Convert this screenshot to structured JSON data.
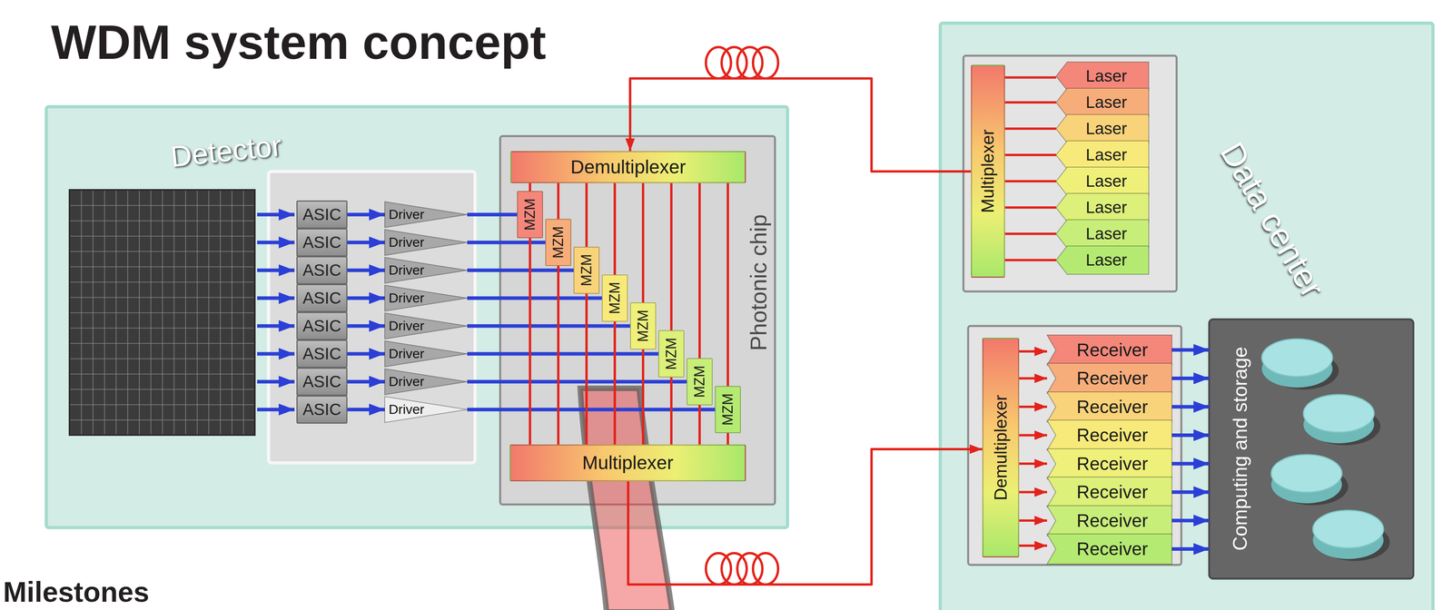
{
  "diagram": {
    "title": "WDM system concept",
    "nodes": [
      {
        "text": [
          "Detector"
        ]
      },
      {
        "text": [
          "ASIC"
        ],
        "in": 0
      },
      {
        "text": [
          "ASIC"
        ],
        "in": 0
      },
      {
        "text": [
          "ASIC"
        ],
        "in": 0
      },
      {
        "text": [
          "ASIC"
        ],
        "in": 0
      },
      {
        "text": [
          "ASIC"
        ],
        "in": 0
      },
      {
        "text": [
          "ASIC"
        ],
        "in": 0
      },
      {
        "text": [
          "ASIC"
        ],
        "in": 0
      },
      {
        "text": [
          "ASIC"
        ],
        "in": 0
      },
      {
        "text": [
          "Driver"
        ],
        "in": 0
      },
      {
        "text": [
          "Driver"
        ],
        "in": 0
      },
      {
        "text": [
          "Driver"
        ],
        "in": 0
      },
      {
        "text": [
          "Driver"
        ],
        "in": 0
      },
      {
        "text": [
          "Driver"
        ],
        "in": 0
      },
      {
        "text": [
          "Driver"
        ],
        "in": 0
      },
      {
        "text": [
          "Driver"
        ],
        "in": 0
      },
      {
        "text": [
          "Driver"
        ],
        "in": 0
      },
      {
        "text": [
          "Photonic chip"
        ],
        "in": 0
      },
      {
        "text": [
          "Demultiplexer"
        ],
        "in": 17
      },
      {
        "text": [
          "MZM"
        ],
        "in": 17
      },
      {
        "text": [
          "MZM"
        ],
        "in": 17
      },
      {
        "text": [
          "MZM"
        ],
        "in": 17
      },
      {
        "text": [
          "MZM"
        ],
        "in": 17
      },
      {
        "text": [
          "MZM"
        ],
        "in": 17
      },
      {
        "text": [
          "MZM"
        ],
        "in": 17
      },
      {
        "text": [
          "MZM"
        ],
        "in": 17
      },
      {
        "text": [
          "MZM"
        ],
        "in": 17
      },
      {
        "text": [
          "Multiplexer"
        ],
        "in": 17
      },
      {
        "text": [
          "Data center"
        ]
      },
      {
        "text": [
          "Multiplexer"
        ],
        "in": 28
      },
      {
        "text": [
          "Laser"
        ],
        "in": 28
      },
      {
        "text": [
          "Laser"
        ],
        "in": 28
      },
      {
        "text": [
          "Laser"
        ],
        "in": 28
      },
      {
        "text": [
          "Laser"
        ],
        "in": 28
      },
      {
        "text": [
          "Laser"
        ],
        "in": 28
      },
      {
        "text": [
          "Laser"
        ],
        "in": 28
      },
      {
        "text": [
          "Laser"
        ],
        "in": 28
      },
      {
        "text": [
          "Laser"
        ],
        "in": 28
      },
      {
        "text": [
          "Demultiplexer"
        ],
        "in": 28
      },
      {
        "text": [
          "Receiver"
        ],
        "in": 28
      },
      {
        "text": [
          "Receiver"
        ],
        "in": 28
      },
      {
        "text": [
          "Receiver"
        ],
        "in": 28
      },
      {
        "text": [
          "Receiver"
        ],
        "in": 28
      },
      {
        "text": [
          "Receiver"
        ],
        "in": 28
      },
      {
        "text": [
          "Receiver"
        ],
        "in": 28
      },
      {
        "text": [
          "Receiver"
        ],
        "in": 28
      },
      {
        "text": [
          "Receiver"
        ],
        "in": 28
      },
      {
        "text": [
          "Computing and storage"
        ],
        "in": 28
      }
    ],
    "edges": [
      {
        "from": 1,
        "to": 9,
        "arrow": "to"
      },
      {
        "from": 2,
        "to": 10,
        "arrow": "to"
      },
      {
        "from": 3,
        "to": 11,
        "arrow": "to"
      },
      {
        "from": 4,
        "to": 12,
        "arrow": "to"
      },
      {
        "from": 5,
        "to": 13,
        "arrow": "to"
      },
      {
        "from": 6,
        "to": 14,
        "arrow": "to"
      },
      {
        "from": 7,
        "to": 15,
        "arrow": "to"
      },
      {
        "from": 8,
        "to": 16,
        "arrow": "to"
      },
      {
        "from": 9,
        "to": 19,
        "arrow": "none"
      },
      {
        "from": 10,
        "to": 20,
        "arrow": "none"
      },
      {
        "from": 11,
        "to": 21,
        "arrow": "none"
      },
      {
        "from": 12,
        "to": 22,
        "arrow": "none"
      },
      {
        "from": 13,
        "to": 23,
        "arrow": "none"
      },
      {
        "from": 14,
        "to": 24,
        "arrow": "none"
      },
      {
        "from": 15,
        "to": 25,
        "arrow": "none"
      },
      {
        "from": 16,
        "to": 26,
        "arrow": "none"
      },
      {
        "from": 18,
        "to": 19,
        "arrow": "none"
      },
      {
        "from": 18,
        "to": 20,
        "arrow": "none"
      },
      {
        "from": 18,
        "to": 21,
        "arrow": "none"
      },
      {
        "from": 18,
        "to": 22,
        "arrow": "none"
      },
      {
        "from": 18,
        "to": 23,
        "arrow": "none"
      },
      {
        "from": 18,
        "to": 24,
        "arrow": "none"
      },
      {
        "from": 18,
        "to": 25,
        "arrow": "none"
      },
      {
        "from": 18,
        "to": 26,
        "arrow": "none"
      },
      {
        "from": 19,
        "to": 27,
        "arrow": "none"
      },
      {
        "from": 20,
        "to": 27,
        "arrow": "none"
      },
      {
        "from": 21,
        "to": 27,
        "arrow": "none"
      },
      {
        "from": 22,
        "to": 27,
        "arrow": "none"
      },
      {
        "from": 23,
        "to": 27,
        "arrow": "none"
      },
      {
        "from": 24,
        "to": 27,
        "arrow": "none"
      },
      {
        "from": 25,
        "to": 27,
        "arrow": "none"
      },
      {
        "from": 26,
        "to": 27,
        "arrow": "none"
      },
      {
        "from": 29,
        "to": 18,
        "arrow": "to"
      },
      {
        "from": 27,
        "to": 38,
        "arrow": "to"
      },
      {
        "from": 30,
        "to": 29,
        "arrow": "none"
      },
      {
        "from": 31,
        "to": 29,
        "arrow": "none"
      },
      {
        "from": 32,
        "to": 29,
        "arrow": "none"
      },
      {
        "from": 33,
        "to": 29,
        "arrow": "none"
      },
      {
        "from": 34,
        "to": 29,
        "arrow": "none"
      },
      {
        "from": 35,
        "to": 29,
        "arrow": "none"
      },
      {
        "from": 36,
        "to": 29,
        "arrow": "none"
      },
      {
        "from": 37,
        "to": 29,
        "arrow": "none"
      },
      {
        "from": 38,
        "to": 39,
        "arrow": "to"
      },
      {
        "from": 38,
        "to": 40,
        "arrow": "to"
      },
      {
        "from": 38,
        "to": 41,
        "arrow": "to"
      },
      {
        "from": 38,
        "to": 42,
        "arrow": "to"
      },
      {
        "from": 38,
        "to": 43,
        "arrow": "to"
      },
      {
        "from": 38,
        "to": 44,
        "arrow": "to"
      },
      {
        "from": 38,
        "to": 45,
        "arrow": "to"
      },
      {
        "from": 38,
        "to": 46,
        "arrow": "to"
      },
      {
        "from": 39,
        "to": 47,
        "arrow": "to"
      },
      {
        "from": 40,
        "to": 47,
        "arrow": "to"
      },
      {
        "from": 41,
        "to": 47,
        "arrow": "to"
      },
      {
        "from": 42,
        "to": 47,
        "arrow": "to"
      },
      {
        "from": 43,
        "to": 47,
        "arrow": "to"
      },
      {
        "from": 44,
        "to": 47,
        "arrow": "to"
      },
      {
        "from": 45,
        "to": 47,
        "arrow": "to"
      },
      {
        "from": 46,
        "to": 47,
        "arrow": "to"
      }
    ],
    "labels": [
      "Milestones"
    ]
  }
}
